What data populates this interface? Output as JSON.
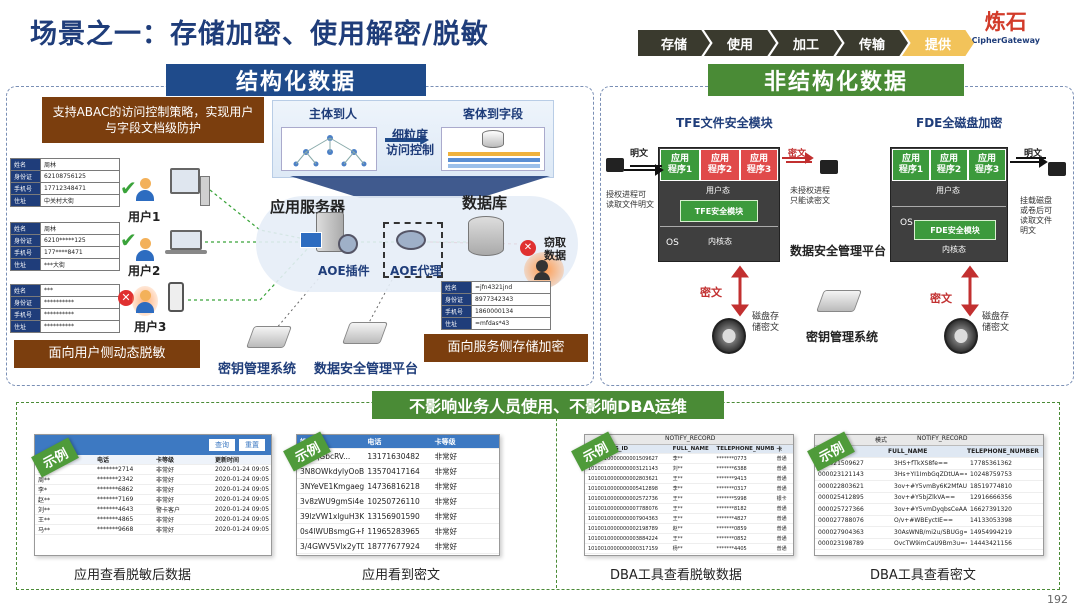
{
  "title": "场景之一：存储加密、使用解密/脱敏",
  "logo": {
    "cn": "炼石",
    "en": "CipherGateway"
  },
  "flow": [
    "存储",
    "使用",
    "加工",
    "传输",
    "提供"
  ],
  "left": {
    "banner": "结构化数据",
    "abac_note": "支持ABAC的访问控制策略，实现用户与字段文档级防护",
    "subject_to_person": "主体到人",
    "object_to_field": "客体到字段",
    "fine_grained": "细粒度\n访问控制",
    "app_server": "应用服务器",
    "database": "数据库",
    "aoe_plugin": "AOE插件",
    "aoe_proxy": "AOE代理",
    "steal": "窃取\n数据",
    "users": [
      "用户1",
      "用户2",
      "用户3"
    ],
    "user_tables": [
      [
        [
          "姓名",
          "周林"
        ],
        [
          "身份证",
          "62108756125"
        ],
        [
          "手机号",
          "17712348471"
        ],
        [
          "住址",
          "中关村大街"
        ]
      ],
      [
        [
          "姓名",
          "周林"
        ],
        [
          "身份证",
          "6210*****125"
        ],
        [
          "手机号",
          "177****8471"
        ],
        [
          "住址",
          "***大街"
        ]
      ],
      [
        [
          "姓名",
          "***"
        ],
        [
          "身份证",
          "**********"
        ],
        [
          "手机号",
          "**********"
        ],
        [
          "住址",
          "**********"
        ]
      ]
    ],
    "db_table": [
      [
        "姓名",
        "=jfn4321jnd"
      ],
      [
        "身份证",
        "8977342343"
      ],
      [
        "手机号",
        "1860000134"
      ],
      [
        "住址",
        "=mfdas*43"
      ]
    ],
    "note_user": "面向用户侧动态脱敏",
    "note_service": "面向服务侧存储加密",
    "kms": "密钥管理系统",
    "dsmp": "数据安全管理平台"
  },
  "right": {
    "banner": "非结构化数据",
    "tfe_title": "TFE文件安全模块",
    "fde_title": "FDE全磁盘加密",
    "plaintext": "明文",
    "ciphertext": "密文",
    "apps": [
      "应用\n程序1",
      "应用\n程序2",
      "应用\n程序3"
    ],
    "user_mode": "用户态",
    "kernel_mode": "内核态",
    "os": "OS",
    "tfe_module": "TFE安全模块",
    "fde_module": "FDE安全模块",
    "auth_read": "授权进程可\n读取文件明文",
    "unauth_read": "未授权进程\n只能读密文",
    "mount_read": "挂载磁盘\n或卷后可\n读取文件\n明文",
    "disk": "磁盘存\n储密文",
    "dsmp": "数据安全管理平台",
    "kms": "密钥管理系统"
  },
  "bottom": {
    "banner": "不影响业务人员使用、不影响DBA运维",
    "tag": "示例",
    "captions": [
      "应用查看脱敏后数据",
      "应用看到密文",
      "DBA工具查看脱敏数据",
      "DBA工具查看密文"
    ],
    "ex1_headers": [
      "全员",
      "电话",
      "卡等级",
      "更新时间"
    ],
    "ex1_rows": [
      [
        "张*",
        "*******2714",
        "非常好",
        "2020-01-24 09:05"
      ],
      [
        "周**",
        "*******2342",
        "非常好",
        "2020-01-24 09:05"
      ],
      [
        "李*",
        "*******6862",
        "非常好",
        "2020-01-24 09:05"
      ],
      [
        "赵**",
        "*******7169",
        "非常好",
        "2020-01-24 09:05"
      ],
      [
        "刘**",
        "*******4643",
        "警卡客户",
        "2020-01-24 09:05"
      ],
      [
        "王**",
        "*******4865",
        "非常好",
        "2020-01-24 09:05"
      ],
      [
        "马**",
        "*******9668",
        "非常好",
        "2020-01-24 09:05"
      ]
    ],
    "ex1_buttons": [
      "查询",
      "重置"
    ],
    "ex2_headers": [
      "姓名",
      "电话",
      "卡等级"
    ],
    "ex2_rows": [
      [
        "3VpqGbcRV...",
        "13171630482",
        "非常好"
      ],
      [
        "3N8OWkdylyOoB...",
        "13570417164",
        "非常好"
      ],
      [
        "3NYeVE1Kmgaeg...",
        "14736816218",
        "非常好"
      ],
      [
        "3v8zWU9gmSi4e...",
        "10250726110",
        "非常好"
      ],
      [
        "39lzVW1xlguH3K...",
        "13156901590",
        "非常好"
      ],
      [
        "0s4lWUBsmgG+F...",
        "11965283965",
        "非常好"
      ],
      [
        "3/4GWV5Vlx2yTD...",
        "18777677924",
        "非常好"
      ]
    ],
    "ex3_headers": [
      "BUSINESS_ID",
      "FULL_NAME",
      "TELEPHONE_NUMBER",
      "卡"
    ],
    "ex3_rows": [
      [
        "1010010000000001509627",
        "李**",
        "*******0773",
        "普通"
      ],
      [
        "1010010000000003121143",
        "刘**",
        "*******6388",
        "普通"
      ],
      [
        "1010010000000002803621",
        "王**",
        "*******9413",
        "普通"
      ],
      [
        "1010010000000005412898",
        "李**",
        "*******0317",
        "普通"
      ],
      [
        "1010010000000002572736",
        "王**",
        "*******5998",
        "银卡"
      ],
      [
        "1010010000000007788076",
        "王**",
        "*******8182",
        "普通"
      ],
      [
        "1010010000000007904363",
        "王**",
        "*******4827",
        "普通"
      ],
      [
        "1010010000000002198789",
        "赵**",
        "*******0859",
        "普通"
      ],
      [
        "1010010000000003884224",
        "王**",
        "*******0852",
        "普通"
      ],
      [
        "1010010000000000317159",
        "杨**",
        "*******4405",
        "普通"
      ]
    ],
    "ex4_headers": [
      "FULL_NAME",
      "TELEPHONE_NUMBER"
    ],
    "ex4_rows": [
      [
        "000021509627",
        "3HS+fTkXS8fe==",
        "17785361362"
      ],
      [
        "000023121143",
        "3Hs+YI1ImbGqZDtUA==",
        "10248759753"
      ],
      [
        "000022803621",
        "3ov+#Y5vmBy6K2MfAU==",
        "18519774810"
      ],
      [
        "000025412895",
        "3ov+#Y5bjZlkVA==",
        "12916666356"
      ],
      [
        "000025727366",
        "3ov+#Y5vmDyqbsCeAA==",
        "16627391320"
      ],
      [
        "000027788076",
        "O/v+#WBEyctIE==",
        "14133053398"
      ],
      [
        "000027904363",
        "30AsWNB/mi2u/SBUGg==",
        "14954994219"
      ],
      [
        "000023198789",
        "OvcTW9imCaU9Bm3u==",
        "14443421156"
      ]
    ],
    "toolbar_items": [
      "模式",
      "NOTIFY_RECORD"
    ]
  },
  "page_number": "192"
}
